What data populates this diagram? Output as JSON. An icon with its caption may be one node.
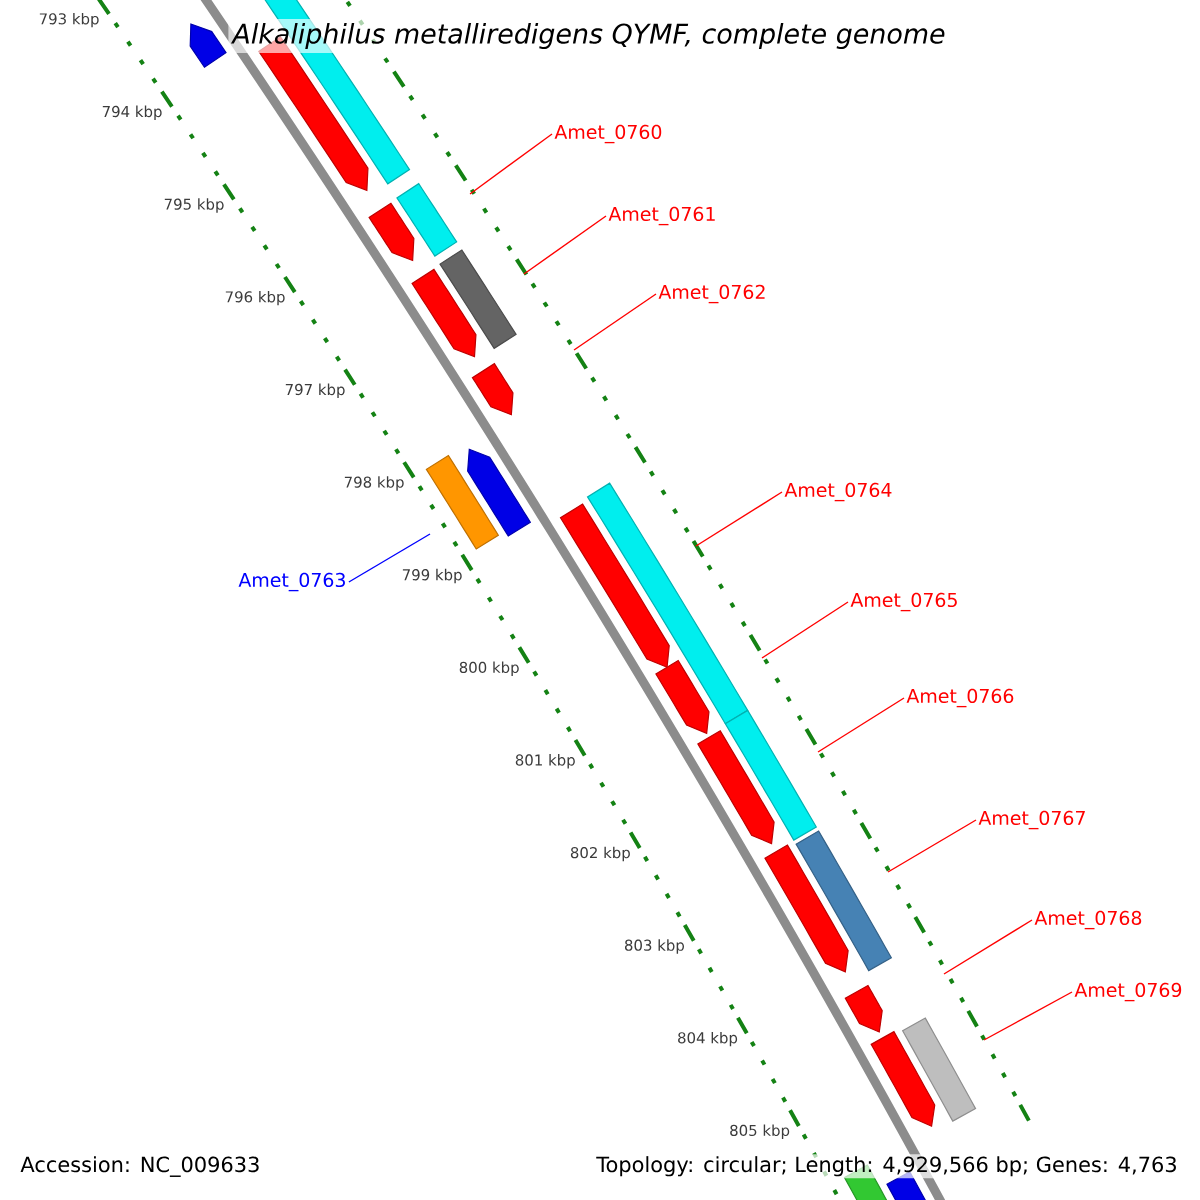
{
  "diagram": {
    "title": "Alkaliphilus metalliredigens QYMF, complete genome",
    "nodes": [
      {
        "text": [
          "Amet_0760"
        ]
      },
      {
        "text": [
          "Amet_0761"
        ]
      },
      {
        "text": [
          "Amet_0762"
        ]
      },
      {
        "text": [
          "Amet_0764"
        ]
      },
      {
        "text": [
          "Amet_0763"
        ]
      },
      {
        "text": [
          "Amet_0765"
        ]
      },
      {
        "text": [
          "Amet_0766"
        ]
      },
      {
        "text": [
          "Amet_0767"
        ]
      },
      {
        "text": [
          "Amet_0768"
        ]
      },
      {
        "text": [
          "Amet_0769"
        ]
      }
    ],
    "edges": [
      {
        "from": 0,
        "to": null,
        "arrow": "none"
      },
      {
        "from": 1,
        "to": null,
        "arrow": "none"
      },
      {
        "from": 2,
        "to": null,
        "arrow": "none"
      },
      {
        "from": 3,
        "to": null,
        "arrow": "none"
      },
      {
        "from": 4,
        "to": null,
        "arrow": "none",
        "color": "#0000ff"
      },
      {
        "from": 5,
        "to": null,
        "arrow": "none"
      },
      {
        "from": 6,
        "to": null,
        "arrow": "none"
      },
      {
        "from": 7,
        "to": null,
        "arrow": "none"
      },
      {
        "from": 8,
        "to": null,
        "arrow": "none"
      },
      {
        "from": 9,
        "to": null,
        "arrow": "none"
      }
    ],
    "labels": [
      "793 kbp",
      "794 kbp",
      "795 kbp",
      "796 kbp",
      "797 kbp",
      "798 kbp",
      "799 kbp",
      "800 kbp",
      "801 kbp",
      "802 kbp",
      "803 kbp",
      "804 kbp",
      "805 kbp",
      "Accession: NC_009633",
      "Topology: circular; Length: 4,929,566 bp; Genes: 4,763"
    ]
  }
}
